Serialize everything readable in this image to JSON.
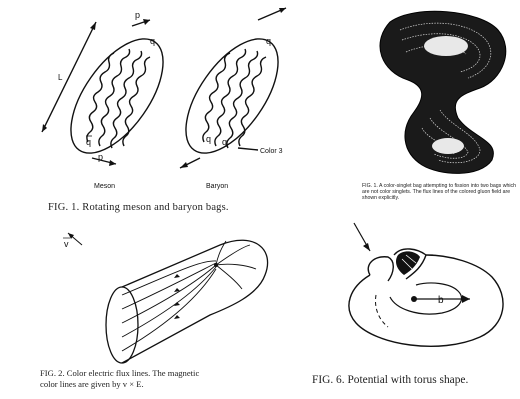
{
  "figures": {
    "meson_baryon": {
      "labels": {
        "p_top": "p",
        "q_top_meson": "q",
        "L": "L",
        "qbar": "q",
        "p_bottom": "p",
        "meson": "Meson",
        "q_top_baryon": "q",
        "q_left": "q",
        "q_mid": "q",
        "color3": "Color 3",
        "baryon": "Baryon"
      },
      "caption": "FIG. 1. Rotating meson and baryon bags."
    },
    "singlet_bag": {
      "caption": "FIG. 1. A color-singlet bag attempting to fission into two bags which are not color singlets. The flux lines of the colored gluon field are shown explicitly."
    },
    "flux_lines": {
      "labels": {
        "v": "v"
      },
      "caption_line1": "FIG. 2. Color electric flux lines. The magnetic",
      "caption_line2": "color lines are given by v × E."
    },
    "torus": {
      "labels": {
        "b": "b"
      },
      "caption": "FIG. 6. Potential with torus shape."
    }
  }
}
